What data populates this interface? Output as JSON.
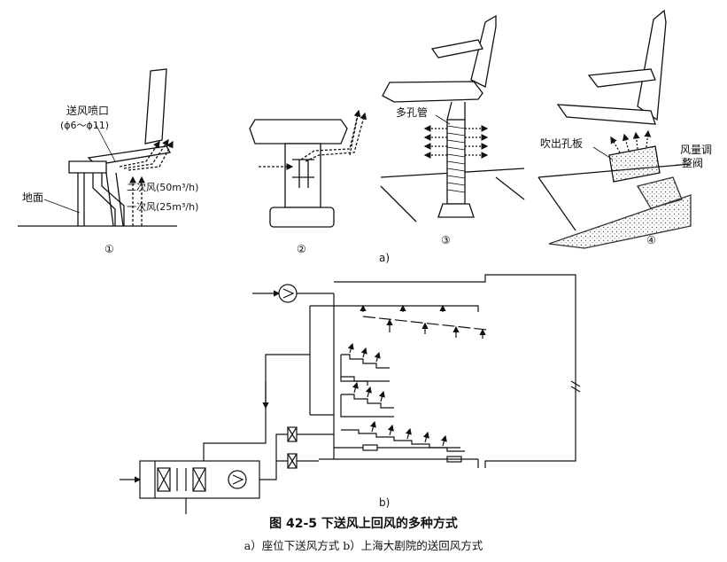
{
  "part_a": {
    "panel1": {
      "nozzle_label": "送风喷口",
      "nozzle_size": "(ϕ6～ϕ11)",
      "secondary_air": "二次风(50m³/h)",
      "primary_air": "一次风(25m³/h)",
      "ground": "地面",
      "number": "①"
    },
    "panel2": {
      "number": "②"
    },
    "panel3": {
      "pipe_label": "多孔管",
      "number": "③"
    },
    "panel4": {
      "plate_label": "吹出孔板",
      "damper_label_1": "风量调",
      "damper_label_2": "整阀",
      "number": "④"
    },
    "part_label": "a)"
  },
  "part_b": {
    "part_label": "b)"
  },
  "caption": {
    "title": "图 42-5    下送风上回风的多种方式",
    "subtitle": "a）座位下送风方式    b）上海大剧院的送回风方式"
  }
}
